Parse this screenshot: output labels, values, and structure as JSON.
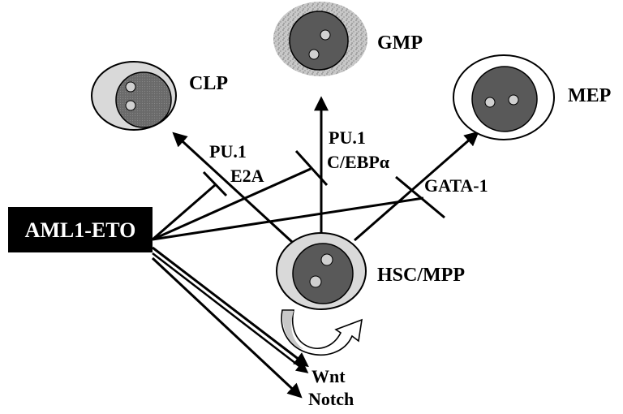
{
  "colors": {
    "background": "#ffffff",
    "ink": "#000000",
    "nucleus": "#595959",
    "cell_body": "#d9d9d9",
    "gmp_texture": "#9a9a9a",
    "nucleolus": "#d0d0d0",
    "box_fill": "#000000",
    "box_text": "#ffffff"
  },
  "source_box": {
    "label": "AML1-ETO"
  },
  "cells": {
    "hsc": {
      "label": "HSC/MPP"
    },
    "clp": {
      "label": "CLP"
    },
    "gmp": {
      "label": "GMP"
    },
    "mep": {
      "label": "MEP"
    }
  },
  "factors": {
    "clp_line1": "PU.1",
    "clp_line2": "E2A",
    "gmp_line1": "PU.1",
    "gmp_line2": "C/EBPα",
    "mep": "GATA-1"
  },
  "targets": {
    "wnt": "Wnt",
    "notch": "Notch"
  },
  "self_renewal_arrow": {
    "icon": "circular-arrow-icon"
  }
}
